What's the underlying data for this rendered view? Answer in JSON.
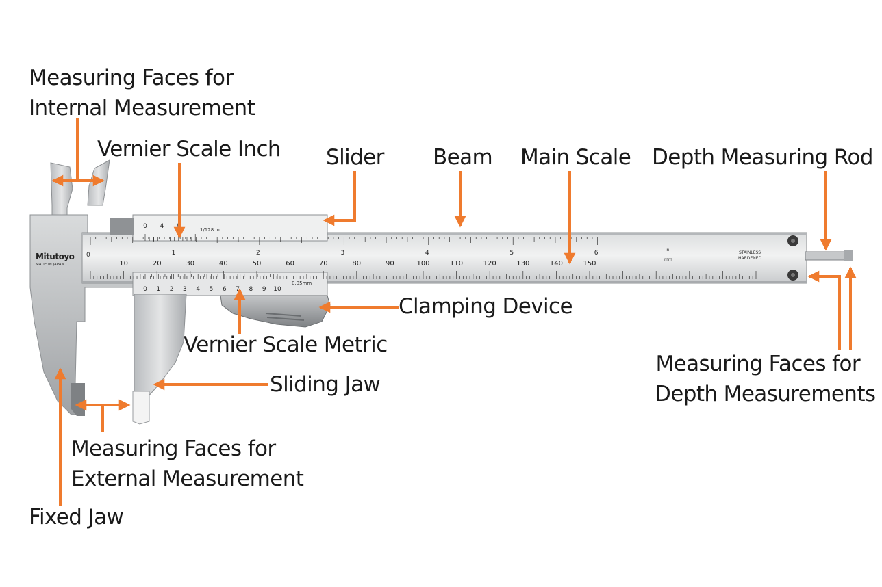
{
  "colors": {
    "arrow": "#ef7b2e",
    "steel_light": "#eceded",
    "steel_mid": "#cfd1d3",
    "steel_dark": "#9ea1a4",
    "text": "#1a1a1a"
  },
  "labels": {
    "internal_faces": [
      "Measuring Faces for",
      "Internal Measurement"
    ],
    "vernier_inch": "Vernier Scale Inch",
    "slider": "Slider",
    "beam": "Beam",
    "main_scale": "Main Scale",
    "depth_rod": "Depth Measuring Rod",
    "clamping_device": "Clamping Device",
    "vernier_metric": "Vernier Scale Metric",
    "sliding_jaw": "Sliding Jaw",
    "external_faces": [
      "Measuring Faces for",
      "External Measurement"
    ],
    "fixed_jaw": "Fixed Jaw",
    "depth_faces": [
      "Measuring Faces for",
      "Depth Measurements"
    ]
  },
  "instrument": {
    "brand": "Mitutoyo",
    "origin": "MADE IN JAPAN",
    "material": [
      "STAINLESS",
      "HARDENED"
    ],
    "vernier_inch_fraction": "1/128 in.",
    "vernier_metric_resolution": "0.05mm",
    "unit_in": "in.",
    "unit_mm": "mm",
    "zero": "0",
    "main_mm_numbers": [
      "10",
      "20",
      "30",
      "40",
      "50",
      "60",
      "70",
      "80",
      "90",
      "100",
      "110",
      "120",
      "130",
      "140",
      "150"
    ],
    "main_inch_numbers": [
      "1",
      "2",
      "3",
      "4",
      "5",
      "6"
    ],
    "vernier_inch_numbers": [
      "0",
      "4",
      "8"
    ],
    "vernier_metric_numbers": [
      "0",
      "1",
      "2",
      "3",
      "4",
      "5",
      "6",
      "7",
      "8",
      "9",
      "10"
    ]
  }
}
